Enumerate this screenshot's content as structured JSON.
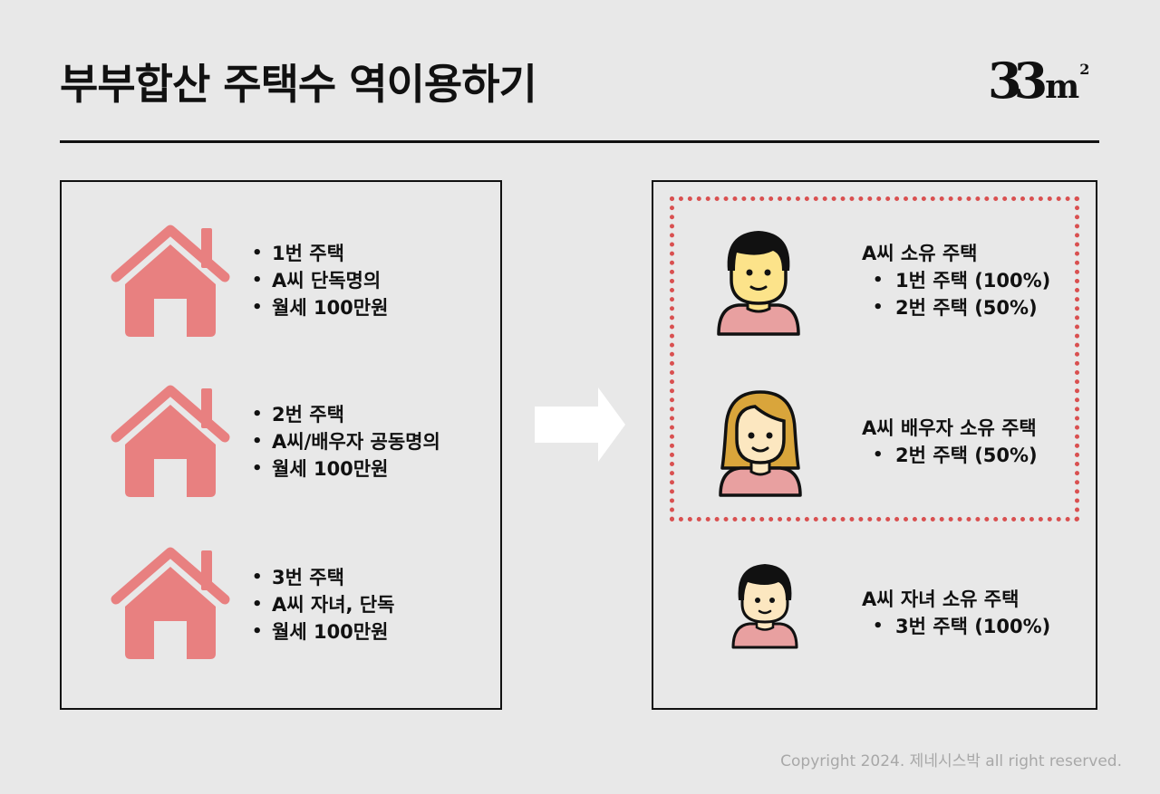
{
  "header": {
    "title": "부부합산 주택수 역이용하기",
    "logo_main": "33",
    "logo_unit": "m",
    "logo_sup": "2"
  },
  "left_panel": {
    "houses": [
      {
        "icon": "house-icon",
        "bullets": [
          "1번 주택",
          "A씨 단독명의",
          "월세 100만원"
        ]
      },
      {
        "icon": "house-icon",
        "bullets": [
          "2번 주택",
          "A씨/배우자 공동명의",
          "월세 100만원"
        ]
      },
      {
        "icon": "house-icon",
        "bullets": [
          "3번 주택",
          "A씨 자녀, 단독",
          "월세 100만원"
        ]
      }
    ]
  },
  "arrow": {
    "icon": "arrow-right-icon"
  },
  "right_panel": {
    "owners": [
      {
        "icon": "man-icon",
        "title": "A씨 소유 주택",
        "items": [
          "1번 주택 (100%)",
          "2번 주택 (50%)"
        ]
      },
      {
        "icon": "woman-icon",
        "title": "A씨 배우자 소유 주택",
        "items": [
          "2번 주택 (50%)"
        ]
      },
      {
        "icon": "child-icon",
        "title": "A씨 자녀 소유 주택",
        "items": [
          "3번 주택 (100%)"
        ]
      }
    ]
  },
  "footer": {
    "copyright": "Copyright 2024. 제네시스박 all right reserved."
  },
  "colors": {
    "house": "#e88080",
    "shirt": "#e8a0a0",
    "skin_man": "#fce38a",
    "skin_woman": "#fce7c0",
    "hair_woman": "#d9a53b",
    "dashed_border": "#d95050",
    "background": "#e8e8e8"
  }
}
